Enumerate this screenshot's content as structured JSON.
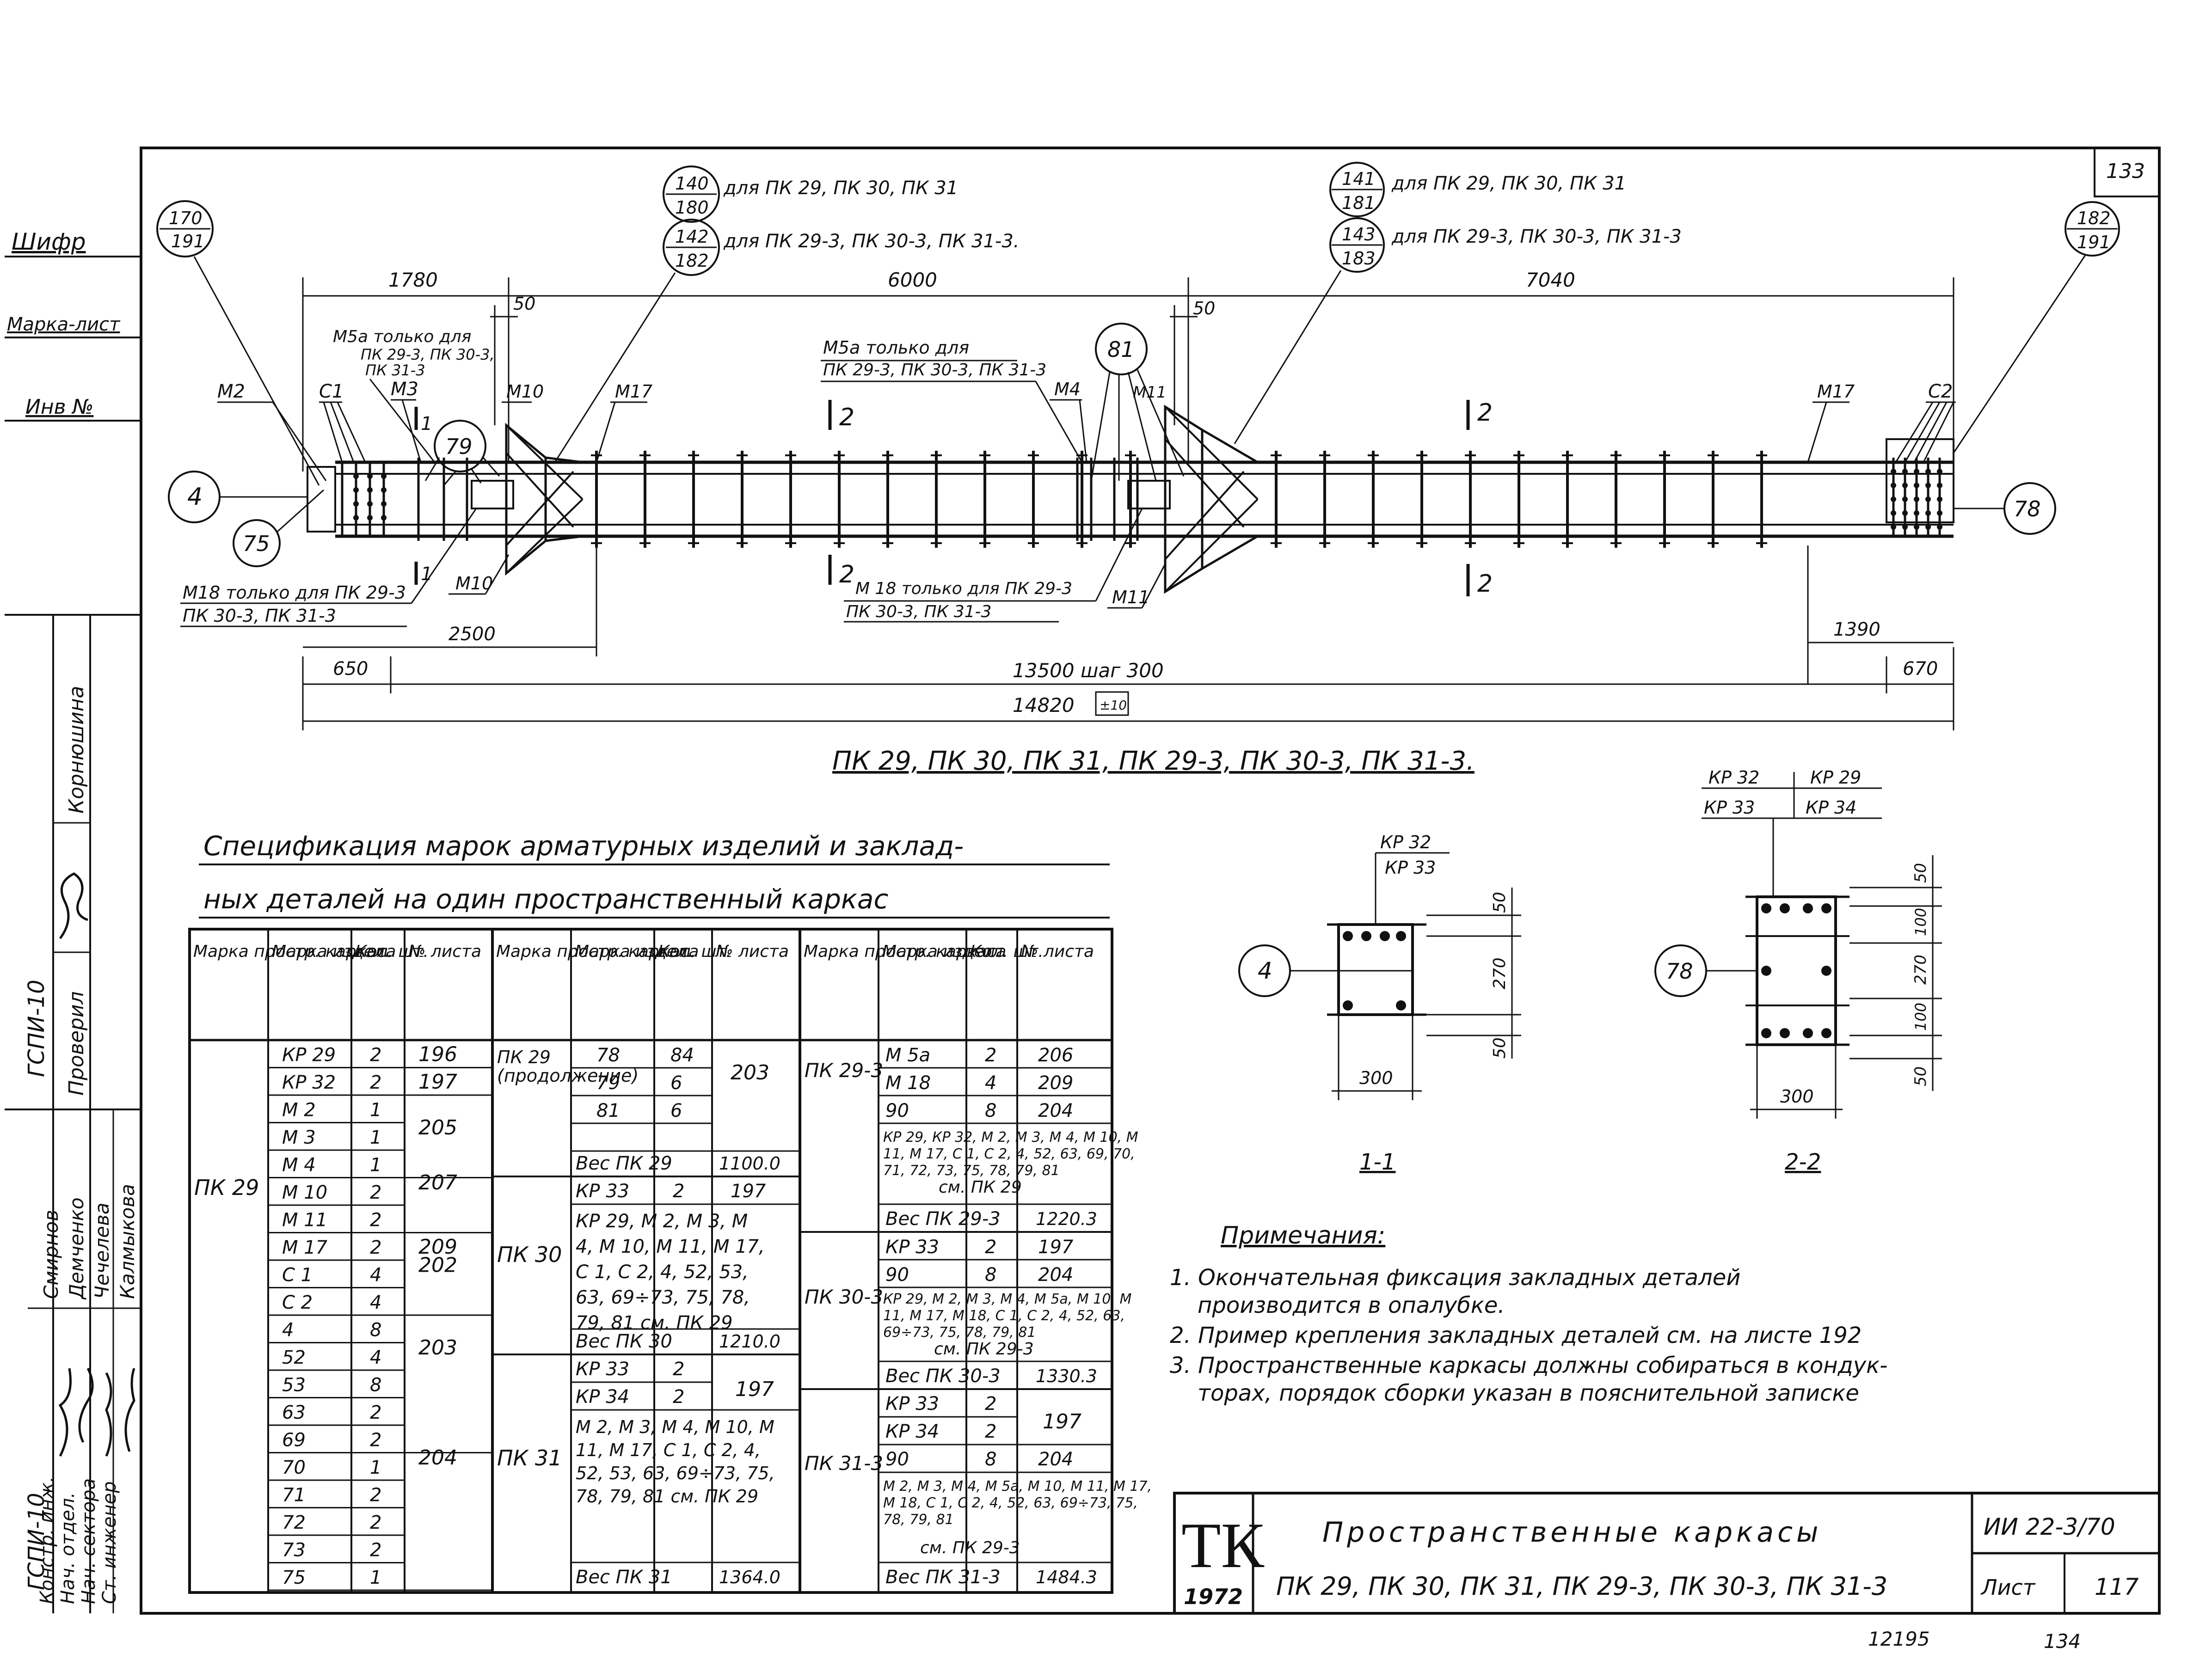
{
  "sheet": {
    "sheet_number": "133",
    "bottom_left_code": "12195",
    "bottom_right_code": "134"
  },
  "side_stamp": {
    "shifr": "Шифр",
    "marka_list": "Марка-лист",
    "inv": "Инв №",
    "org1": "ГСПИ-10",
    "org2": "ГСПИ-10",
    "proveril": "Проверил",
    "surname_k": "Корнюшина",
    "roles": [
      "Констр. инж.",
      "Нач. отдел.",
      "Нач. сектора",
      "Ст. инженер"
    ],
    "names": [
      "Смирнов",
      "Демченко",
      "Чечелева",
      "Калмыкова"
    ]
  },
  "elevation": {
    "title": "ПК 29, ПК 30, ПК 31, ПК 29-3, ПК 30-3, ПК 31-3.",
    "callouts": [
      {
        "id": "c170",
        "top": "170",
        "bottom": "191"
      },
      {
        "id": "c140",
        "top": "140",
        "bottom": "180",
        "note": "для ПК 29, ПК 30, ПК 31"
      },
      {
        "id": "c142",
        "top": "142",
        "bottom": "182",
        "note": "для ПК 29-3, ПК 30-3, ПК 31-3."
      },
      {
        "id": "c141",
        "top": "141",
        "bottom": "181",
        "note": "для ПК 29, ПК 30, ПК 31"
      },
      {
        "id": "c143",
        "top": "143",
        "bottom": "183",
        "note": "для ПК 29-3, ПК 30-3, ПК 31-3"
      },
      {
        "id": "c182",
        "top": "182",
        "bottom": "191"
      }
    ],
    "circles": {
      "c4": "4",
      "c75": "75",
      "c79": "79",
      "c81": "81",
      "c78": "78"
    },
    "marks": {
      "m2": "М2",
      "c1": "С1",
      "m3": "М3",
      "m10a": "М10",
      "m17a": "М17",
      "m4": "М4",
      "m11a": "М11",
      "m17b": "М17",
      "c2": "С2",
      "m10b": "М10",
      "m11b": "М11",
      "sec1a": "1",
      "sec1b": "1",
      "sec2a": "2",
      "sec2b": "2",
      "sec2c": "2",
      "sec2d": "2"
    },
    "notes": {
      "m5_left_1": "М5а только для",
      "m5_left_2": "ПК 29-3, ПК 30-3,",
      "m5_left_3": "ПК 31-3",
      "m5_mid_1": "М5а только для",
      "m5_mid_2": "ПК 29-3, ПК 30-3, ПК 31-3",
      "m18_left_1": "М18 только для ПК 29-3",
      "m18_left_2": "ПК 30-3, ПК 31-3",
      "m18_mid_1": "М 18 только для ПК 29-3",
      "m18_mid_2": "ПК 30-3, ПК 31-3"
    },
    "dims": {
      "d1780": "1780",
      "d6000": "6000",
      "d7040": "7040",
      "d50a": "50",
      "d50b": "50",
      "d2500": "2500",
      "d650": "650",
      "d13500": "13500 шаг 300",
      "d670": "670",
      "d1390": "1390",
      "d14820": "14820",
      "tol": "±10"
    }
  },
  "spec": {
    "title_1": "Спецификация марок арматурных изделий и заклад-",
    "title_2": "ных деталей на один пространственный каркас",
    "headers": [
      "Марка простр. каркаса",
      "Марка издел.",
      "Кол. шт.",
      "№ листа"
    ],
    "block1": {
      "carcass": "ПК 29",
      "rows": [
        [
          "КР 29",
          "2",
          "196"
        ],
        [
          "КР 32",
          "2",
          "197"
        ],
        [
          "М 2",
          "1",
          ""
        ],
        [
          "М 3",
          "1",
          "205"
        ],
        [
          "М 4",
          "1",
          ""
        ],
        [
          "М 10",
          "2",
          "207"
        ],
        [
          "М 11",
          "2",
          ""
        ],
        [
          "М 17",
          "2",
          "209"
        ],
        [
          "С 1",
          "4",
          "202"
        ],
        [
          "С 2",
          "4",
          ""
        ],
        [
          "4",
          "8",
          ""
        ],
        [
          "52",
          "4",
          "203"
        ],
        [
          "53",
          "8",
          ""
        ],
        [
          "63",
          "2",
          ""
        ],
        [
          "69",
          "2",
          ""
        ],
        [
          "70",
          "1",
          "204"
        ],
        [
          "71",
          "2",
          ""
        ],
        [
          "72",
          "2",
          ""
        ],
        [
          "73",
          "2",
          ""
        ],
        [
          "75",
          "1",
          ""
        ]
      ],
      "sheet_merged": {
        "205": "205",
        "207": "207",
        "202": "202",
        "203": "203",
        "204": "204"
      }
    },
    "block2": {
      "carcass_cont": "ПК 29 (продолжение)",
      "cont_rows": [
        [
          "78",
          "84"
        ],
        [
          "79",
          "6"
        ],
        [
          "81",
          "6"
        ]
      ],
      "cont_sheet": "203",
      "w29_label": "Вес ПК 29",
      "w29": "1100.0",
      "pk30": "ПК 30",
      "pk30_kr": "КР 33",
      "pk30_kr_qty": "2",
      "pk30_kr_sheet": "197",
      "pk30_text": "КР 29, М 2, М 3, М 4, М 10, М 11, М 17, С 1, С 2, 4, 52, 53, 63, 69÷73, 75, 78, 79, 81 см. ПК 29",
      "w30_label": "Вес ПК 30",
      "w30": "1210.0",
      "pk31": "ПК 31",
      "pk31_kr1": "КР 33",
      "pk31_kr1_qty": "2",
      "pk31_kr2": "КР 34",
      "pk31_kr2_qty": "2",
      "pk31_kr_sheet": "197",
      "pk31_text": "М 2, М 3, М 4, М 10, М 11, М 17, С 1, С 2, 4, 52, 53, 63, 69÷73, 75, 78, 79, 81 см. ПК 29",
      "w31_label": "Вес ПК 31",
      "w31": "1364.0"
    },
    "block3": {
      "pk29_3": "ПК 29-3",
      "r1": [
        "М 5а",
        "2",
        "206"
      ],
      "r2": [
        "М 18",
        "4",
        "209"
      ],
      "r3": [
        "90",
        "8",
        "204"
      ],
      "t1": "КР 29, КР 32, М 2, М 3, М 4, М 10, М 11, М 17, С 1, С 2, 4, 52, 63, 69, 70, 71, 72, 73, 75, 78, 79, 81",
      "t1b": "см. ПК 29",
      "w1_label": "Вес ПК 29-3",
      "w1": "1220.3",
      "pk30_3": "ПК 30-3",
      "r4": [
        "КР 33",
        "2",
        "197"
      ],
      "r5": [
        "90",
        "8",
        "204"
      ],
      "t2": "КР 29, М 2, М 3, М 4, М 5а, М 10, М 11, М 17, М 18, С 1, С 2, 4, 52, 63, 69÷73, 75, 78, 79, 81",
      "t2b": "см. ПК 29-3",
      "w2_label": "Вес ПК 30-3",
      "w2": "1330.3",
      "pk31_3": "ПК 31-3",
      "r6": [
        "КР 33",
        "2"
      ],
      "r7": [
        "КР 34",
        "2"
      ],
      "r67_sheet": "197",
      "r8": [
        "90",
        "8",
        "204"
      ],
      "t3": "М 2, М 3, М 4, М 5а, М 10, М 11, М 17, М 18, С 1, С 2, 4, 52, 63, 69÷73, 75, 78, 79, 81",
      "t3b": "см. ПК 29-3",
      "w3_label": "Вес ПК 31-3",
      "w3": "1484.3"
    }
  },
  "section11": {
    "label": "1-1",
    "circle": "4",
    "kr_top": "КР 32",
    "kr_bot": "КР 33",
    "d50a": "50",
    "d270": "270",
    "d50b": "50",
    "d300": "300"
  },
  "section22": {
    "label": "2-2",
    "circle": "78",
    "kr32": "КР 32",
    "kr29": "КР 29",
    "kr33": "КР 33",
    "kr34": "КР 34",
    "d50a": "50",
    "d100a": "100",
    "d270": "270",
    "d100b": "100",
    "d50b": "50",
    "d300": "300"
  },
  "notes": {
    "title": "Примечания:",
    "n1a": "1. Окончательная фиксация закладных деталей",
    "n1b": "производится в опалубке.",
    "n2": "2. Пример крепления закладных деталей см. на листе 192",
    "n3a": "3. Пространственные каркасы должны собираться в кондук-",
    "n3b": "торах, порядок сборки указан в пояснительной записке"
  },
  "title_block": {
    "logo": "ТК",
    "year": "1972",
    "title_1": "Пространственные каркасы",
    "title_2": "ПК 29, ПК 30, ПК 31, ПК 29-3, ПК 30-3, ПК 31-3",
    "code": "ИИ 22-3/70",
    "list_label": "Лист",
    "list_no": "117"
  }
}
